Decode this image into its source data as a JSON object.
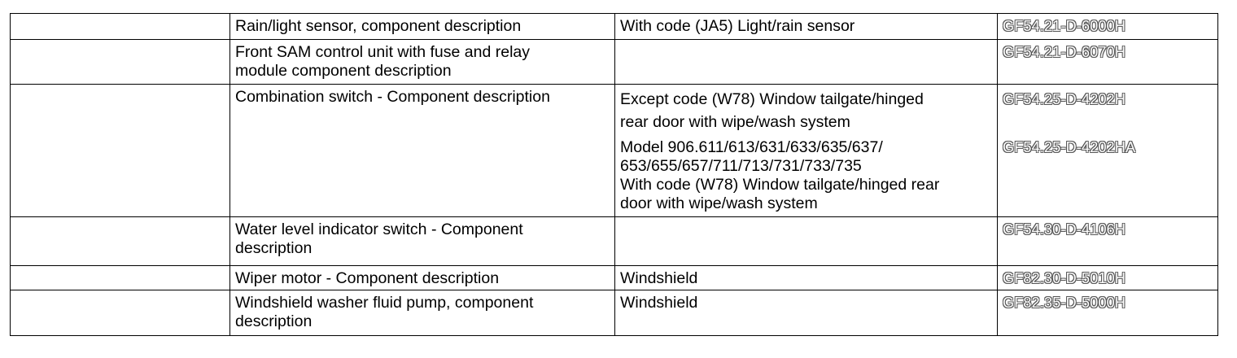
{
  "rows": [
    {
      "component": "Rain/light sensor, component description",
      "condition": [
        "With code (JA5) Light/rain sensor"
      ],
      "codes": [
        "GF54.21-D-6000H"
      ]
    },
    {
      "component_lines": [
        "Front SAM control unit with fuse and relay",
        "module component description"
      ],
      "codes": [
        "GF54.21-D-6070H"
      ]
    },
    {
      "component": "Combination switch - Component description",
      "condition_a": [
        "Except code (W78) Window tailgate/hinged",
        "rear door with wipe/wash system"
      ],
      "condition_b": [
        "Model 906.611/613/631/633/635/637/",
        "653/655/657/711/713/731/733/735",
        "With code (W78) Window tailgate/hinged rear",
        "door with wipe/wash system"
      ],
      "codes": [
        "GF54.25-D-4202H",
        "GF54.25-D-4202HA"
      ]
    },
    {
      "component_lines": [
        "Water level indicator switch - Component",
        "description"
      ],
      "codes": [
        "GF54.30-D-4106H"
      ]
    },
    {
      "component": "Wiper motor - Component description",
      "condition": [
        "Windshield"
      ],
      "codes": [
        "GF82.30-D-5010H"
      ]
    },
    {
      "component_lines": [
        "Windshield washer fluid pump, component",
        "description"
      ],
      "condition": [
        "Windshield"
      ],
      "codes": [
        "GF82.35-D-5000H"
      ]
    }
  ]
}
